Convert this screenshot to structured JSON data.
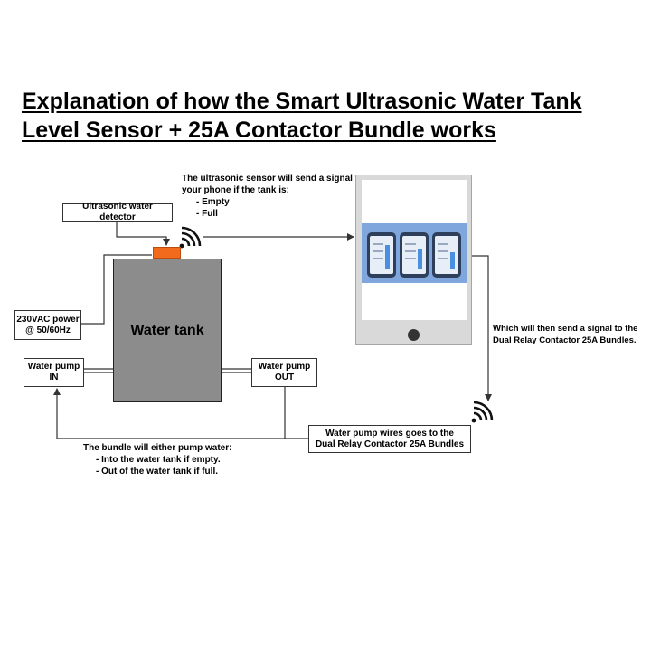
{
  "title": {
    "line1": "Explanation of how the Smart Ultrasonic Water Tank",
    "line2": "Level Sensor + 25A Contactor Bundle works"
  },
  "labels": {
    "ultrasonic_detector": "Ultrasonic water detector",
    "power_line1": "230VAC power",
    "power_line2": "@ 50/60Hz",
    "water_tank": "Water tank",
    "pump_in_line1": "Water pump",
    "pump_in_line2": "IN",
    "pump_out_line1": "Water pump",
    "pump_out_line2": "OUT",
    "pump_wires_line1": "Water pump wires goes to the",
    "pump_wires_line2": "Dual Relay Contactor 25A Bundles"
  },
  "notes": {
    "sensor_signal_line1": "The ultrasonic sensor will send a signal to",
    "sensor_signal_line2": "your phone if the tank is:",
    "sensor_states": [
      "- Empty",
      "- Full"
    ],
    "relay_signal_line1": "Which will then send a signal to the",
    "relay_signal_line2": "Dual Relay Contactor 25A Bundles.",
    "bundle_line1": "The bundle will either pump water:",
    "bundle_items": [
      "- Into the water tank if empty.",
      "- Out of the water tank if full."
    ]
  },
  "colors": {
    "sensor": "#f26b1d",
    "tank": "#8c8c8c",
    "app_band": "#7fa7de",
    "tablet": "#d9d9d9"
  },
  "icons": {
    "sensor_wifi": "wifi-signal-icon",
    "relay_wifi": "wifi-signal-icon"
  }
}
